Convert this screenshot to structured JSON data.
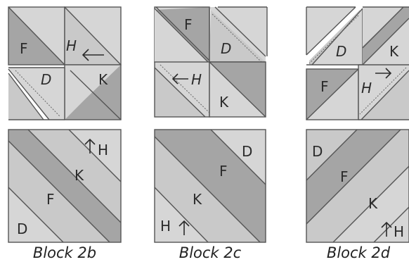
{
  "blocks": [
    {
      "caption": "Block 2b",
      "top_labels": {
        "f": "F",
        "h": "H",
        "d": "D",
        "k": "K"
      },
      "bottom_labels": {
        "h": "H",
        "k": "K",
        "f": "F",
        "d": "D"
      }
    },
    {
      "caption": "Block 2c",
      "top_labels": {
        "f": "F",
        "d": "D",
        "h": "H",
        "k": "K"
      },
      "bottom_labels": {
        "d": "D",
        "f": "F",
        "k": "K",
        "h": "H"
      }
    },
    {
      "caption": "Block 2d",
      "top_labels": {
        "d": "D",
        "k": "K",
        "f": "F",
        "h": "H"
      },
      "bottom_labels": {
        "d": "D",
        "f": "F",
        "k": "K",
        "h": "H"
      }
    }
  ],
  "colors": {
    "light": "#d6d6d6",
    "medium": "#c9c9c9",
    "dark": "#a5a5a5",
    "outline": "#555555"
  }
}
